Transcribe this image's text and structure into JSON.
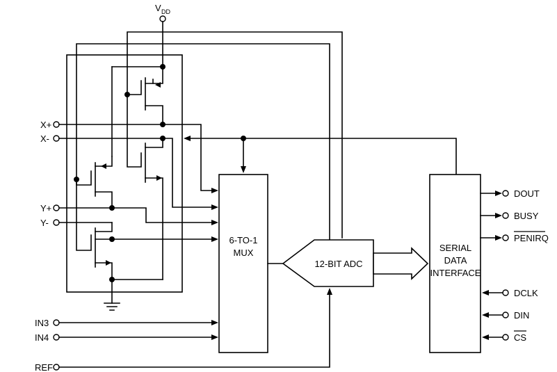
{
  "vdd": {
    "main": "V",
    "sub": "DD"
  },
  "inputs": {
    "x_plus": "X+",
    "x_minus": "X-",
    "y_plus": "Y+",
    "y_minus": "Y-",
    "in3": "IN3",
    "in4": "IN4",
    "ref": "REF"
  },
  "mux": {
    "line1": "6-TO-1",
    "line2": "MUX"
  },
  "adc": {
    "label": "12-BIT ADC"
  },
  "sdi": {
    "line1": "SERIAL",
    "line2": "DATA",
    "line3": "INTERFACE"
  },
  "outputs": {
    "dout": "DOUT",
    "busy": "BUSY",
    "penirq": "PENIRQ"
  },
  "control_inputs": {
    "dclk": "DCLK",
    "din": "DIN",
    "cs": "CS"
  }
}
